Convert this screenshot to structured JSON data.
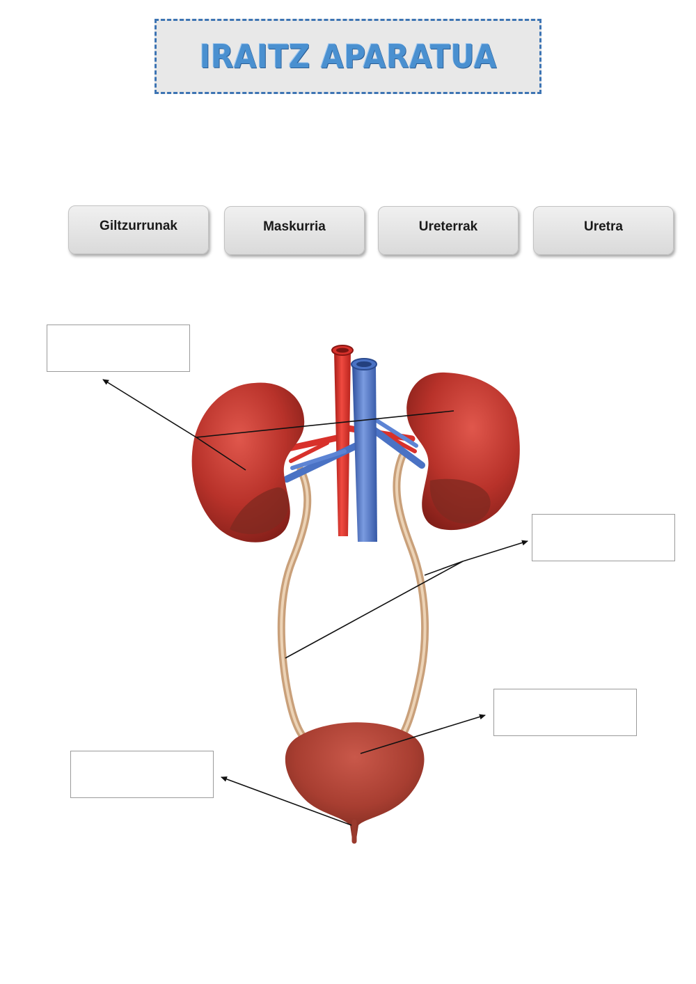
{
  "title": "IRAITZ APARATUA",
  "word_bank": [
    {
      "label": "Giltzurrunak"
    },
    {
      "label": "Maskurria"
    },
    {
      "label": "Ureterrak"
    },
    {
      "label": "Uretra"
    }
  ],
  "answer_boxes": [
    {
      "target": "kidneys",
      "value": ""
    },
    {
      "target": "ureters",
      "value": ""
    },
    {
      "target": "bladder",
      "value": ""
    },
    {
      "target": "urethra",
      "value": ""
    }
  ],
  "colors": {
    "title_fill": "#4a90d0",
    "title_border": "#3d74b3",
    "kidney": "#b8322a",
    "artery": "#d8312b",
    "vein": "#4a72c4",
    "ureter": "#d9b48e"
  }
}
